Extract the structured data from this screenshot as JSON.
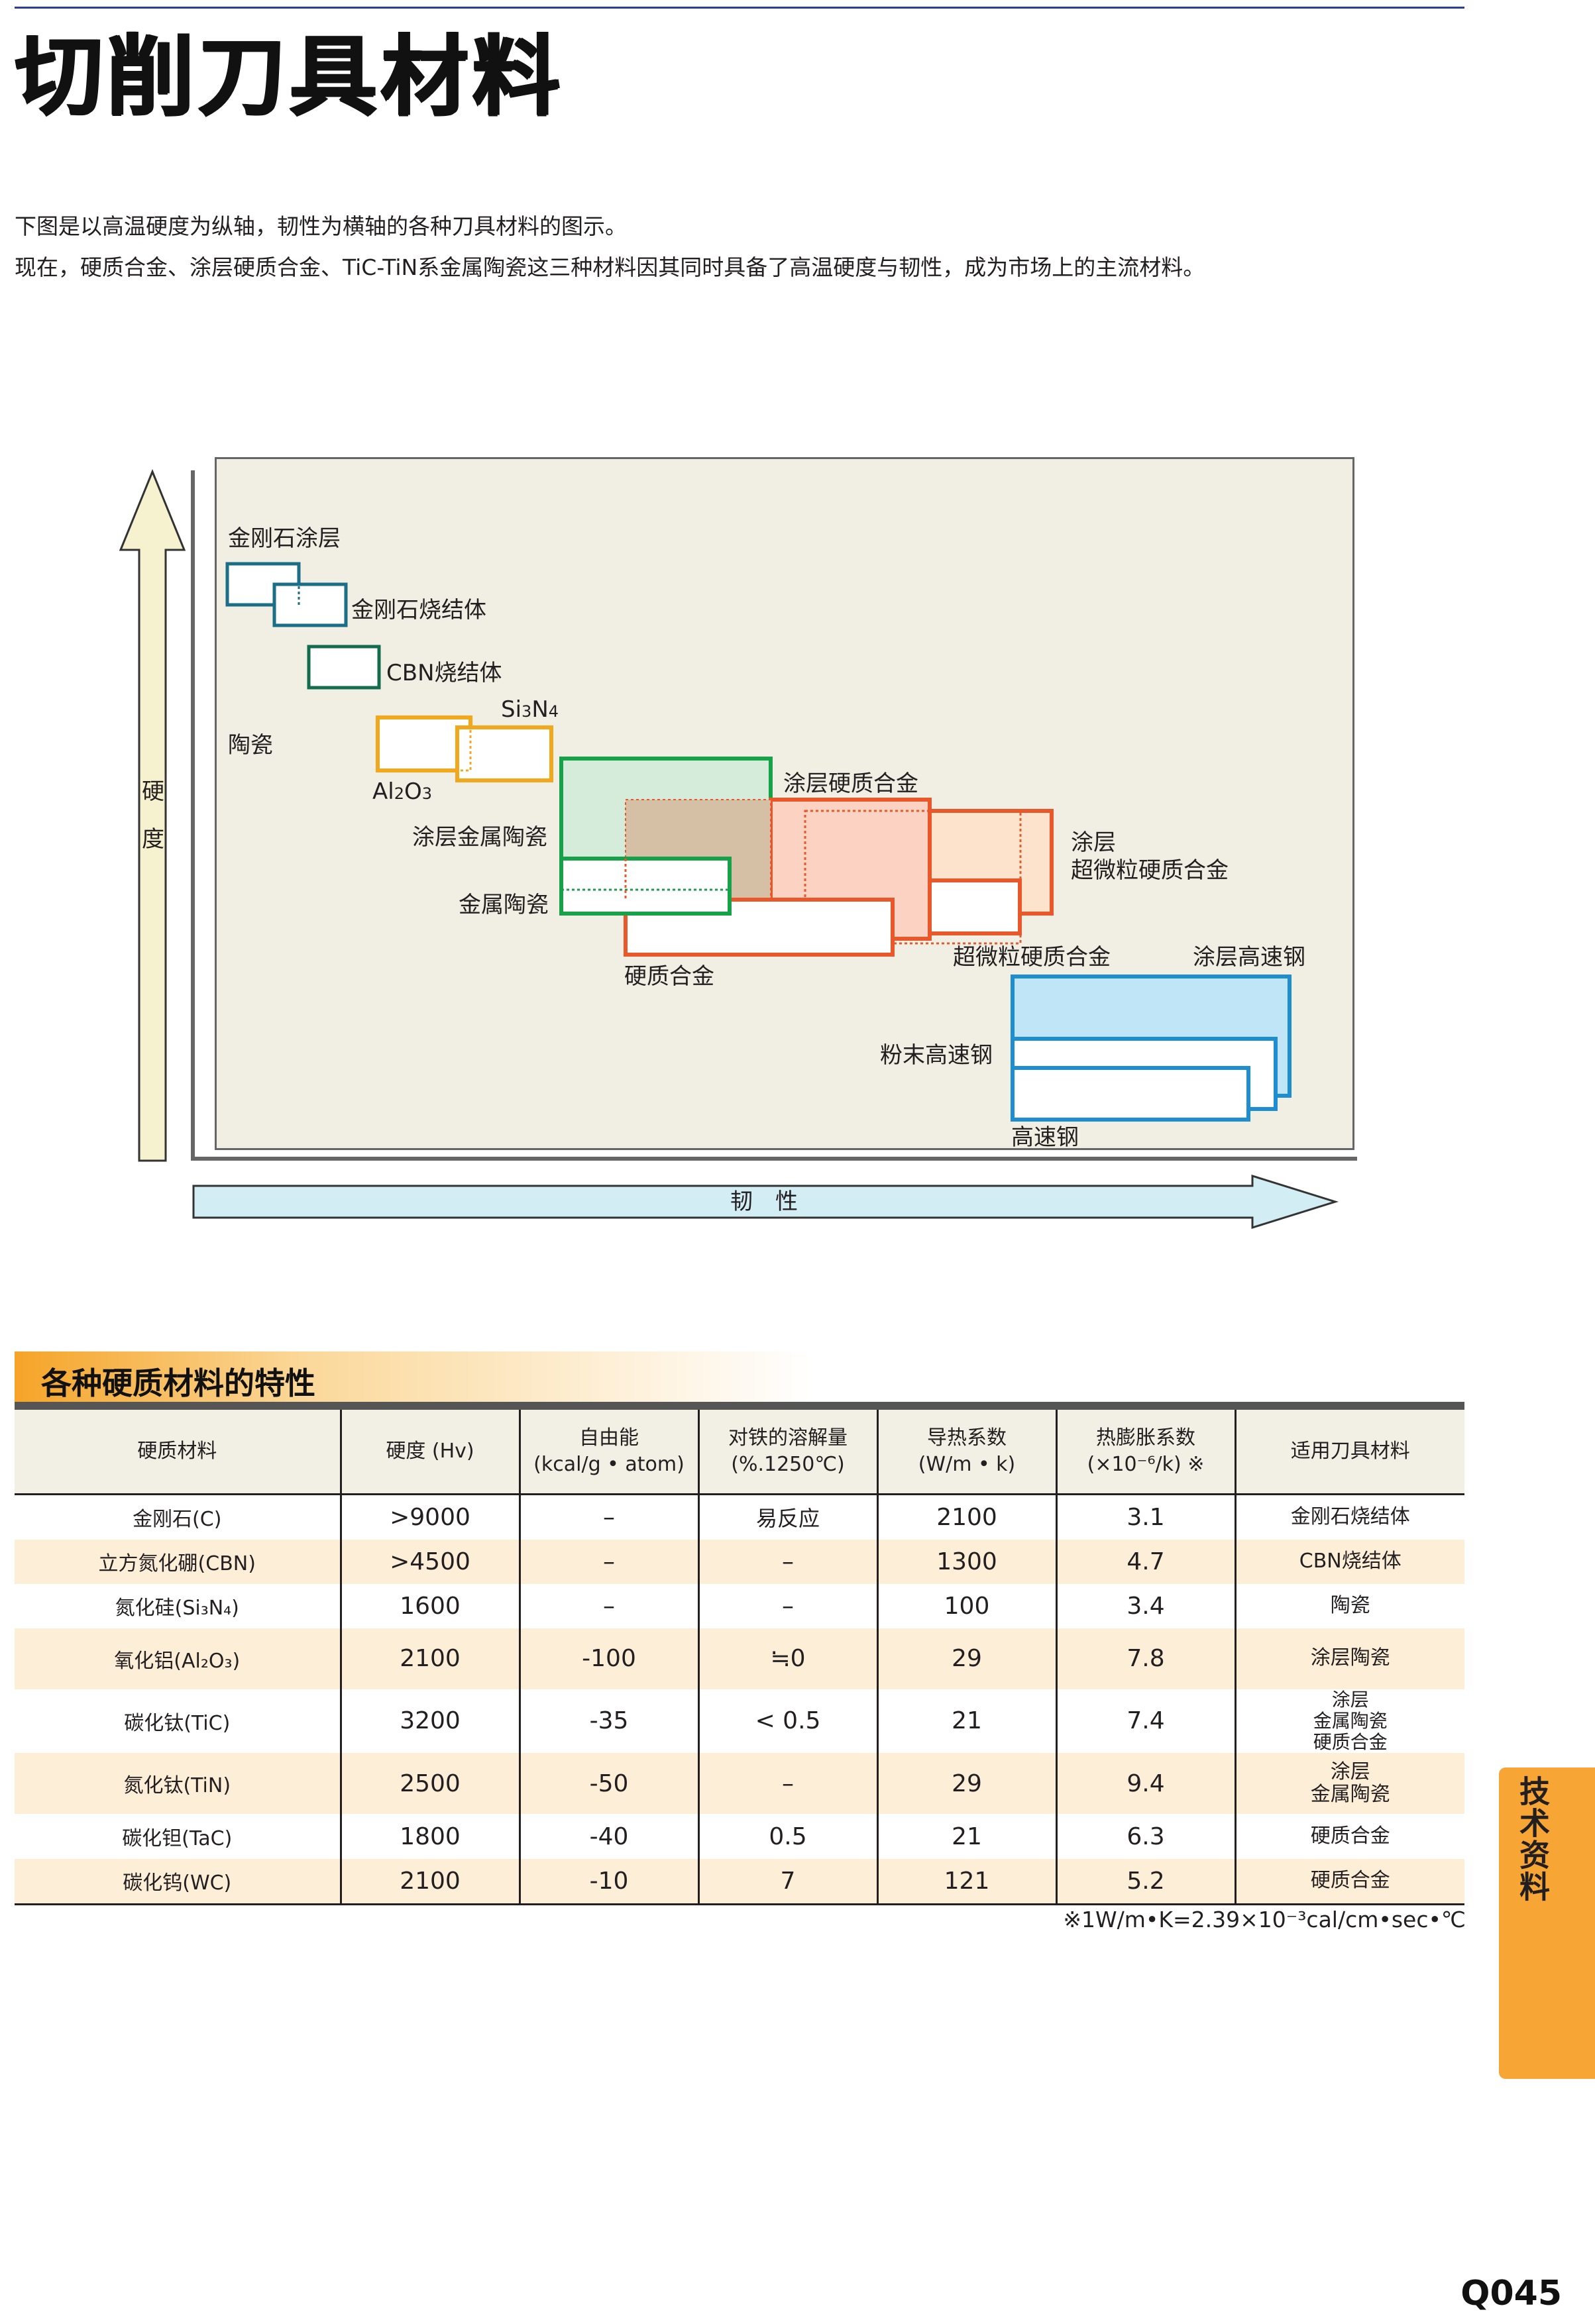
{
  "page": {
    "title": "切削刀具材料",
    "intro_line1": "下图是以高温硬度为纵轴，韧性为横轴的各种刀具材料的图示。",
    "intro_line2": "现在，硬质合金、涂层硬质合金、TiC-TiN系金属陶瓷这三种材料因其同时具备了高温硬度与韧性，成为市场上的主流材料。",
    "side_tab": "技术资料",
    "page_number": "Q045"
  },
  "diagram": {
    "y_axis_label": "硬度",
    "x_axis_label": "韧　性",
    "labels": {
      "diamond_coating": "金刚石涂层",
      "diamond_sintered": "金刚石烧结体",
      "cbn_sintered": "CBN烧结体",
      "si3n4_base": "Si",
      "si3n4_sub": "3",
      "si3n4_tail": "N",
      "si3n4_sub2": "4",
      "ceramics": "陶瓷",
      "al2o3_base": "Al",
      "al2o3_sub": "2",
      "al2o3_tail": "O",
      "al2o3_sub2": "3",
      "coated_cermet": "涂层金属陶瓷",
      "cermet": "金属陶瓷",
      "coated_carbide": "涂层硬质合金",
      "coated_ultrafine_1": "涂层",
      "coated_ultrafine_2": "超微粒硬质合金",
      "carbide": "硬质合金",
      "ultrafine_carbide": "超微粒硬质合金",
      "coated_hss": "涂层高速钢",
      "pm_hss": "粉末高速钢",
      "hss": "高速钢"
    },
    "colors": {
      "diamond": "#1a6f86",
      "cbn": "#146c4f",
      "ceramic": "#f2a81d",
      "cermet": "#17a24a",
      "carbide": "#e8582a",
      "hss": "#1e8ed0"
    }
  },
  "section": {
    "title": "各种硬质材料的特性"
  },
  "table": {
    "headers": {
      "material": "硬质材料",
      "hardness": "硬度 (Hv)",
      "free_energy_1": "自由能",
      "free_energy_2": "(kcal/g • atom)",
      "solubility_1": "对铁的溶解量",
      "solubility_2": "(%.1250℃)",
      "conductivity_1": "导热系数",
      "conductivity_2": "(W/m • k)",
      "expansion_1": "热膨胀系数",
      "expansion_2": "(×10⁻⁶/k) ※",
      "tool": "适用刀具材料"
    },
    "rows": [
      {
        "material": "金刚石(C)",
        "hardness": ">9000",
        "free_energy": "–",
        "solubility": "易反应",
        "conductivity": "2100",
        "expansion": "3.1",
        "tool": "金刚石烧结体"
      },
      {
        "material": "立方氮化硼(CBN)",
        "hardness": ">4500",
        "free_energy": "–",
        "solubility": "–",
        "conductivity": "1300",
        "expansion": "4.7",
        "tool": "CBN烧结体"
      },
      {
        "material": "氮化硅(Si₃N₄)",
        "hardness": "1600",
        "free_energy": "–",
        "solubility": "–",
        "conductivity": "100",
        "expansion": "3.4",
        "tool": "陶瓷"
      },
      {
        "material": "氧化铝(Al₂O₃)",
        "hardness": "2100",
        "free_energy": "-100",
        "solubility": "≒0",
        "conductivity": "29",
        "expansion": "7.8",
        "tool": "涂层陶瓷"
      },
      {
        "material": "碳化钛(TiC)",
        "hardness": "3200",
        "free_energy": "-35",
        "solubility": "< 0.5",
        "conductivity": "21",
        "expansion": "7.4",
        "tool_1": "涂层",
        "tool_2": "金属陶瓷",
        "tool_3": "硬质合金"
      },
      {
        "material": "氮化钛(TiN)",
        "hardness": "2500",
        "free_energy": "-50",
        "solubility": "–",
        "conductivity": "29",
        "expansion": "9.4",
        "tool_1": "涂层",
        "tool_2": "金属陶瓷"
      },
      {
        "material": "碳化钽(TaC)",
        "hardness": "1800",
        "free_energy": "-40",
        "solubility": "0.5",
        "conductivity": "21",
        "expansion": "6.3",
        "tool": "硬质合金"
      },
      {
        "material": "碳化钨(WC)",
        "hardness": "2100",
        "free_energy": "-10",
        "solubility": "7",
        "conductivity": "121",
        "expansion": "5.2",
        "tool": "硬质合金"
      }
    ],
    "footnote": "※1W/m•K=2.39×10⁻³cal/cm•sec•℃"
  }
}
